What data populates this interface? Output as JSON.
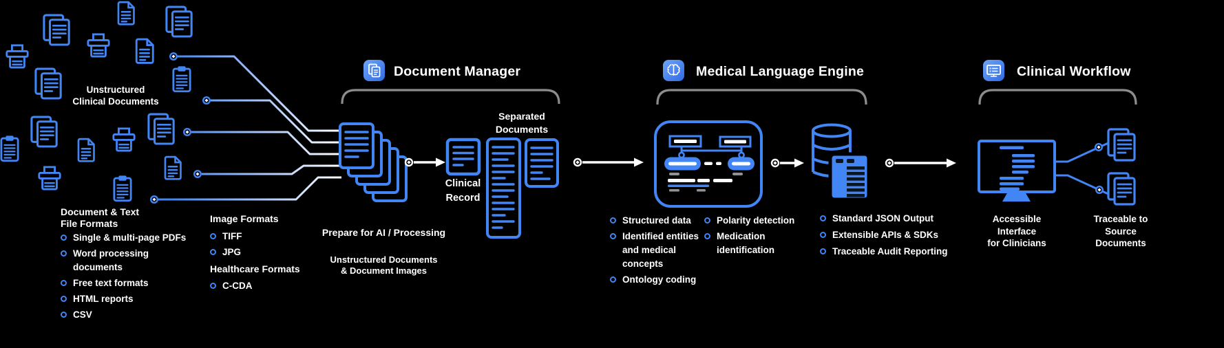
{
  "colors": {
    "accent": "#4285f4",
    "text": "#ffffff",
    "bracket": "#8c8c8c",
    "background": "#000000"
  },
  "source": {
    "cluster_label": "Unstructured\nClinical Documents",
    "doc_text_formats": {
      "heading": "Document & Text\nFile Formats",
      "items": [
        "Single & multi-page PDFs",
        "Word processing\ndocuments",
        "Free text formats",
        "HTML reports",
        "CSV"
      ]
    },
    "image_formats": {
      "heading": "Image Formats",
      "items": [
        "TIFF",
        "JPG"
      ]
    },
    "healthcare_formats": {
      "heading": "Healthcare Formats",
      "items": [
        "C-CDA"
      ]
    }
  },
  "document_manager": {
    "title": "Document Manager",
    "icon": "document-icon",
    "prepare_title": "Prepare for AI / Processing",
    "prepare_subtitle": "Unstructured Documents\n& Document Images",
    "clinical_record_label": "Clinical\nRecord",
    "separated_documents_label": "Separated\nDocuments"
  },
  "medical_language_engine": {
    "title": "Medical Language Engine",
    "icon": "brain-icon",
    "outputs_col1": [
      "Structured data",
      "Identified entities\nand medical\nconcepts",
      "Ontology coding"
    ],
    "outputs_col2": [
      "Polarity detection",
      "Medication\nidentification"
    ],
    "outputs_col3": [
      "Standard JSON Output",
      "Extensible APIs & SDKs",
      "Traceable Audit Reporting"
    ]
  },
  "clinical_workflow": {
    "title": "Clinical Workflow",
    "icon": "monitor-icon",
    "accessible_label": "Accessible\nInterface\nfor Clinicians",
    "traceable_label": "Traceable to\nSource\nDocuments"
  }
}
